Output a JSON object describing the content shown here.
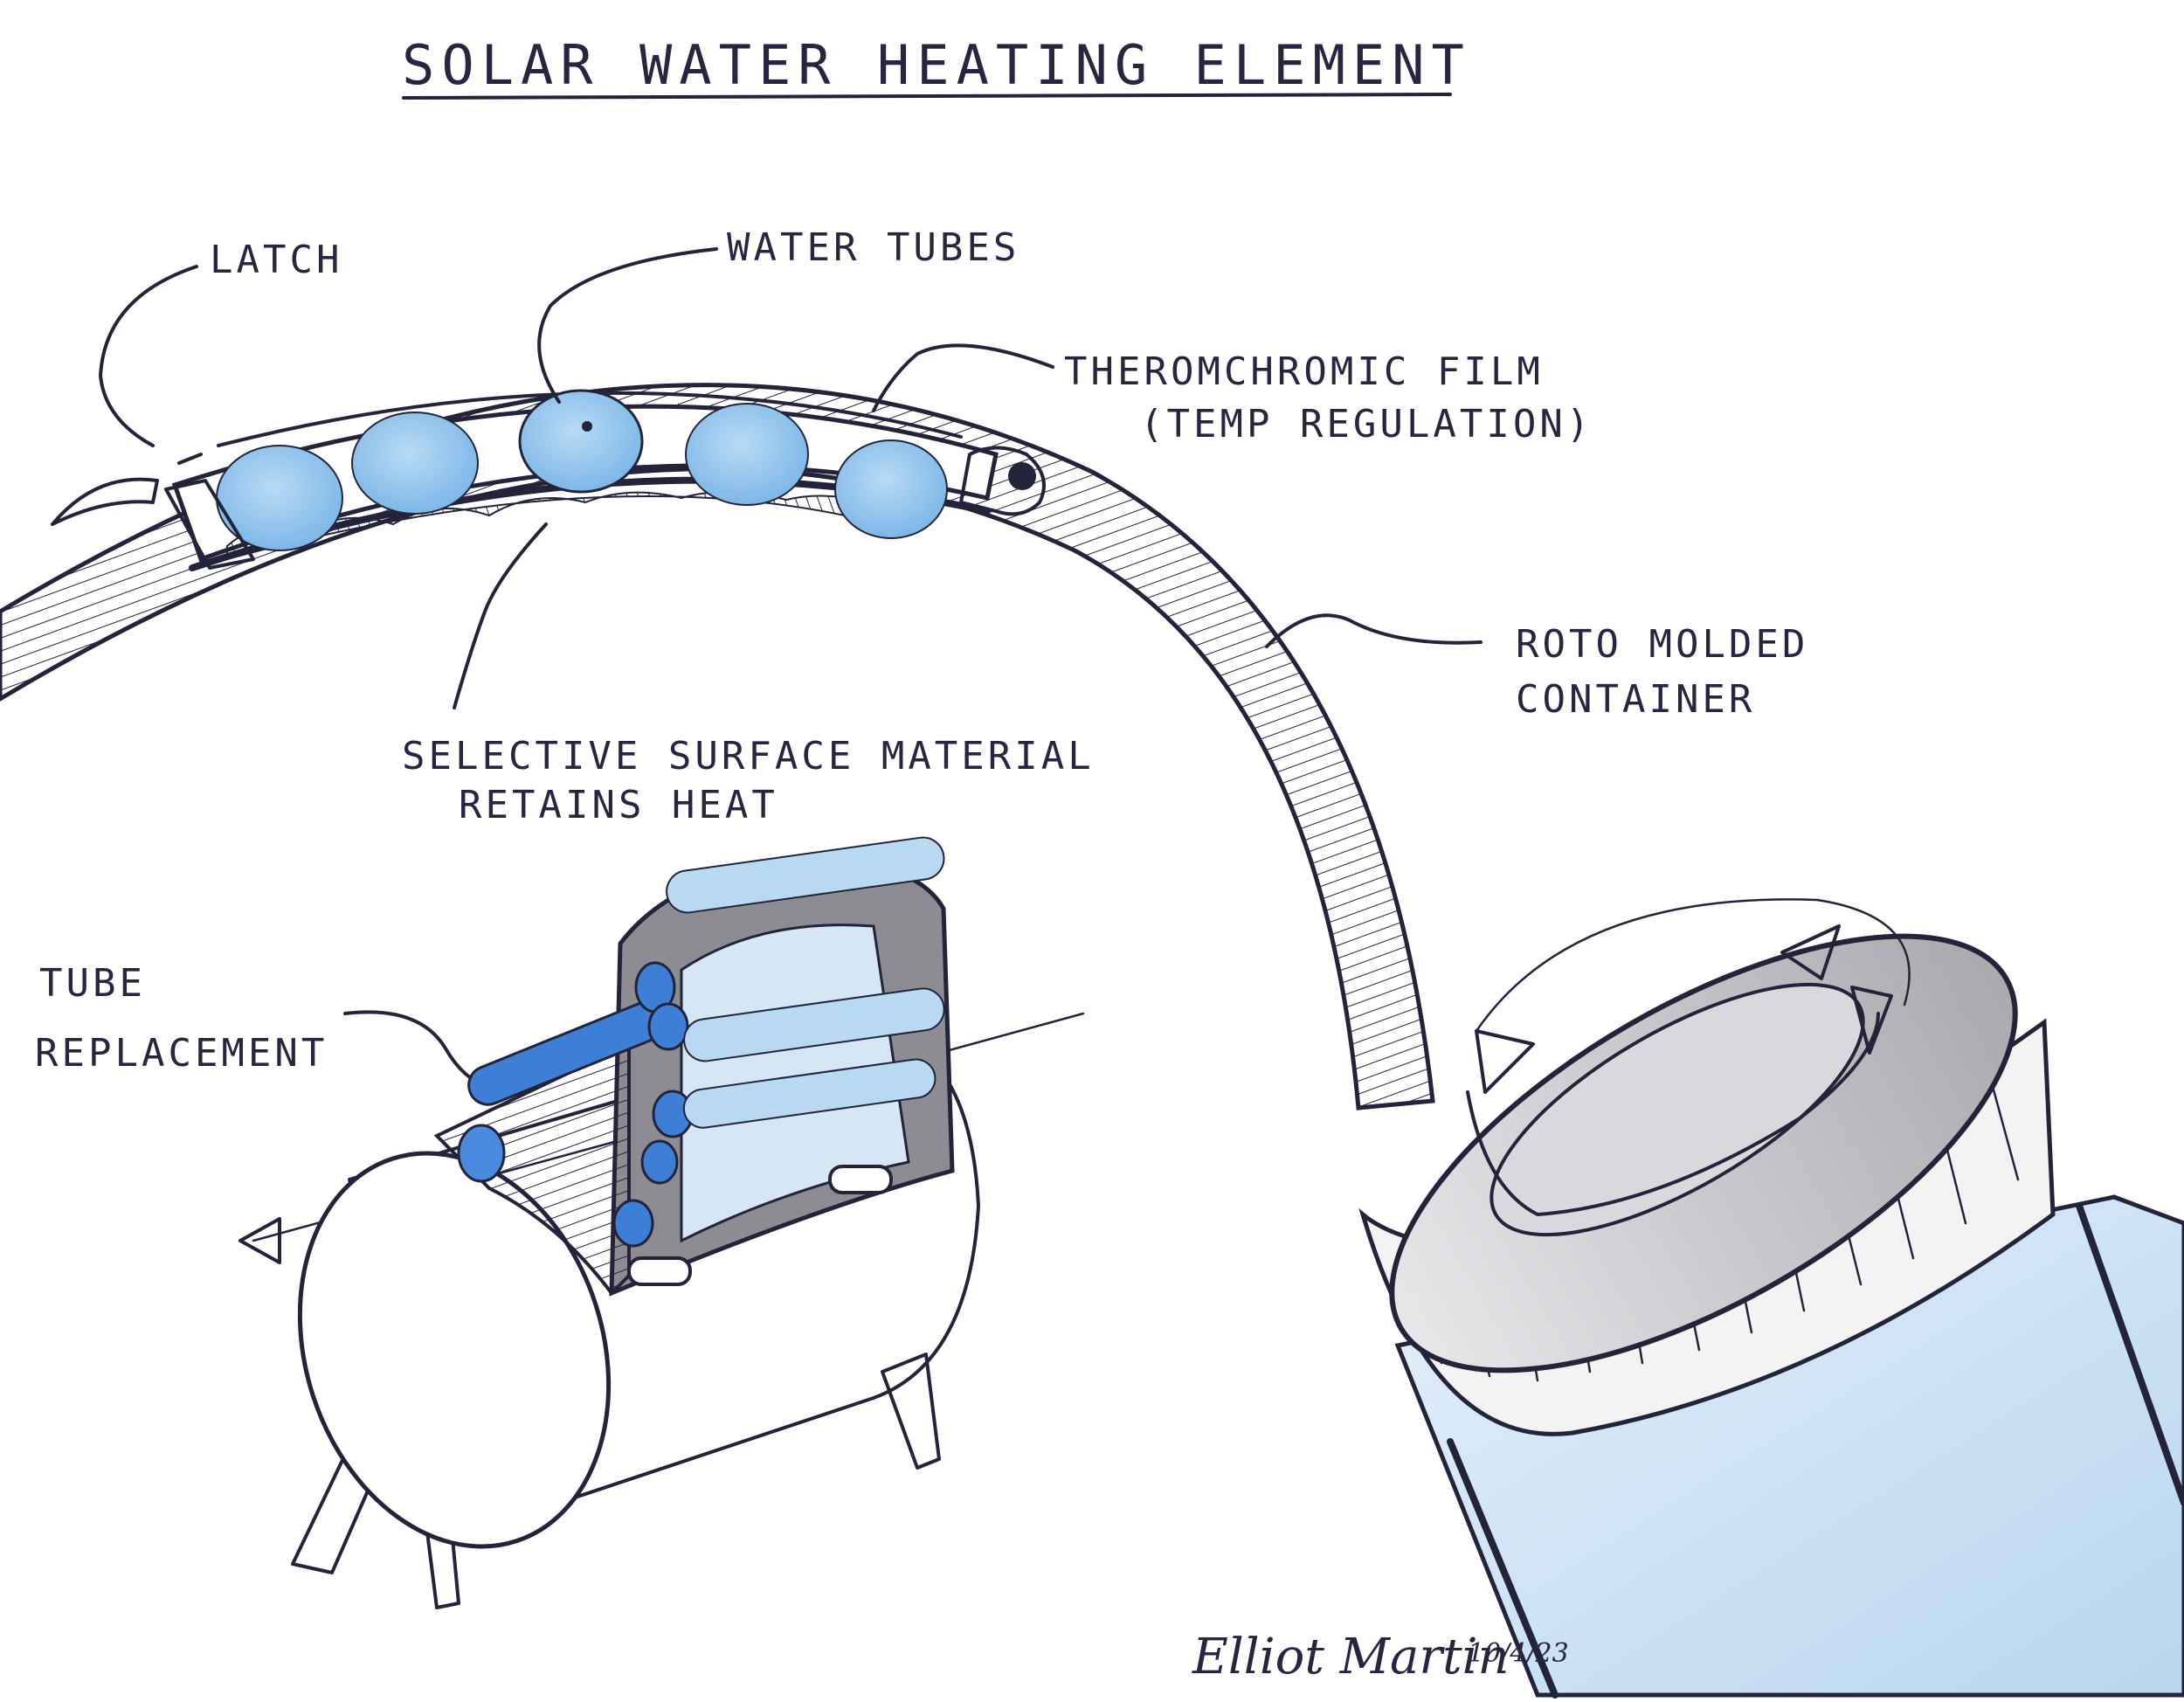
{
  "sheet": {
    "title": "SOLAR WATER HEATING ELEMENT",
    "signature": "Elliot Martin",
    "date": "10/4/23"
  },
  "callouts": {
    "latch": "LATCH",
    "water_tubes": "WATER TUBES",
    "thermochromic_line1": "THEROMCHROMIC FILM",
    "thermochromic_line2": "(TEMP REGULATION)",
    "selective_line1": "SELECTIVE SURFACE MATERIAL",
    "selective_line2": "RETAINS HEAT",
    "roto_line1": "ROTO MOLDED",
    "roto_line2": "CONTAINER",
    "tube_line1": "TUBE",
    "tube_line2": "REPLACEMENT"
  },
  "colors": {
    "ink": "#23233a",
    "tube_blue": "#8fc3ec",
    "deep_blue": "#3d7fd6",
    "marker_grey": "#bfbfc3",
    "dark_grey": "#7e7e84",
    "water_blue": "#d3e6f6"
  }
}
